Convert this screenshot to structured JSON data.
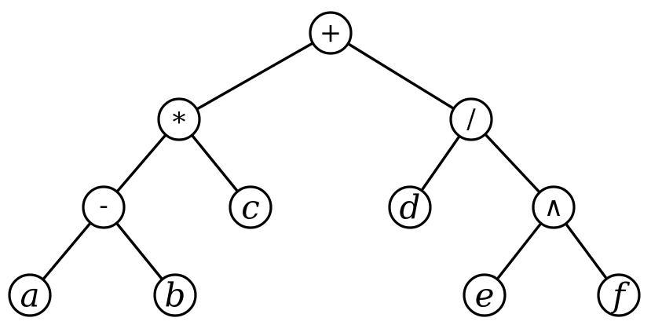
{
  "diagram": {
    "type": "expression-tree",
    "nodes": [
      {
        "id": "n1",
        "label": "+",
        "kind": "operator",
        "parent": null
      },
      {
        "id": "n2",
        "label": "*",
        "kind": "operator",
        "parent": "n1"
      },
      {
        "id": "n3",
        "label": "/",
        "kind": "operator",
        "parent": "n1"
      },
      {
        "id": "n4",
        "label": "-",
        "kind": "operator",
        "parent": "n2"
      },
      {
        "id": "n5",
        "label": "c",
        "kind": "operand",
        "parent": "n2"
      },
      {
        "id": "n6",
        "label": "d",
        "kind": "operand",
        "parent": "n3"
      },
      {
        "id": "n7",
        "label": "∧",
        "kind": "operator",
        "parent": "n3"
      },
      {
        "id": "n8",
        "label": "a",
        "kind": "operand",
        "parent": "n4"
      },
      {
        "id": "n9",
        "label": "b",
        "kind": "operand",
        "parent": "n4"
      },
      {
        "id": "n10",
        "label": "e",
        "kind": "operand",
        "parent": "n7"
      },
      {
        "id": "n11",
        "label": "f",
        "kind": "operand",
        "parent": "n7"
      }
    ],
    "colors": {
      "stroke": "#000000",
      "fill": "#ffffff",
      "text": "#000000"
    }
  }
}
